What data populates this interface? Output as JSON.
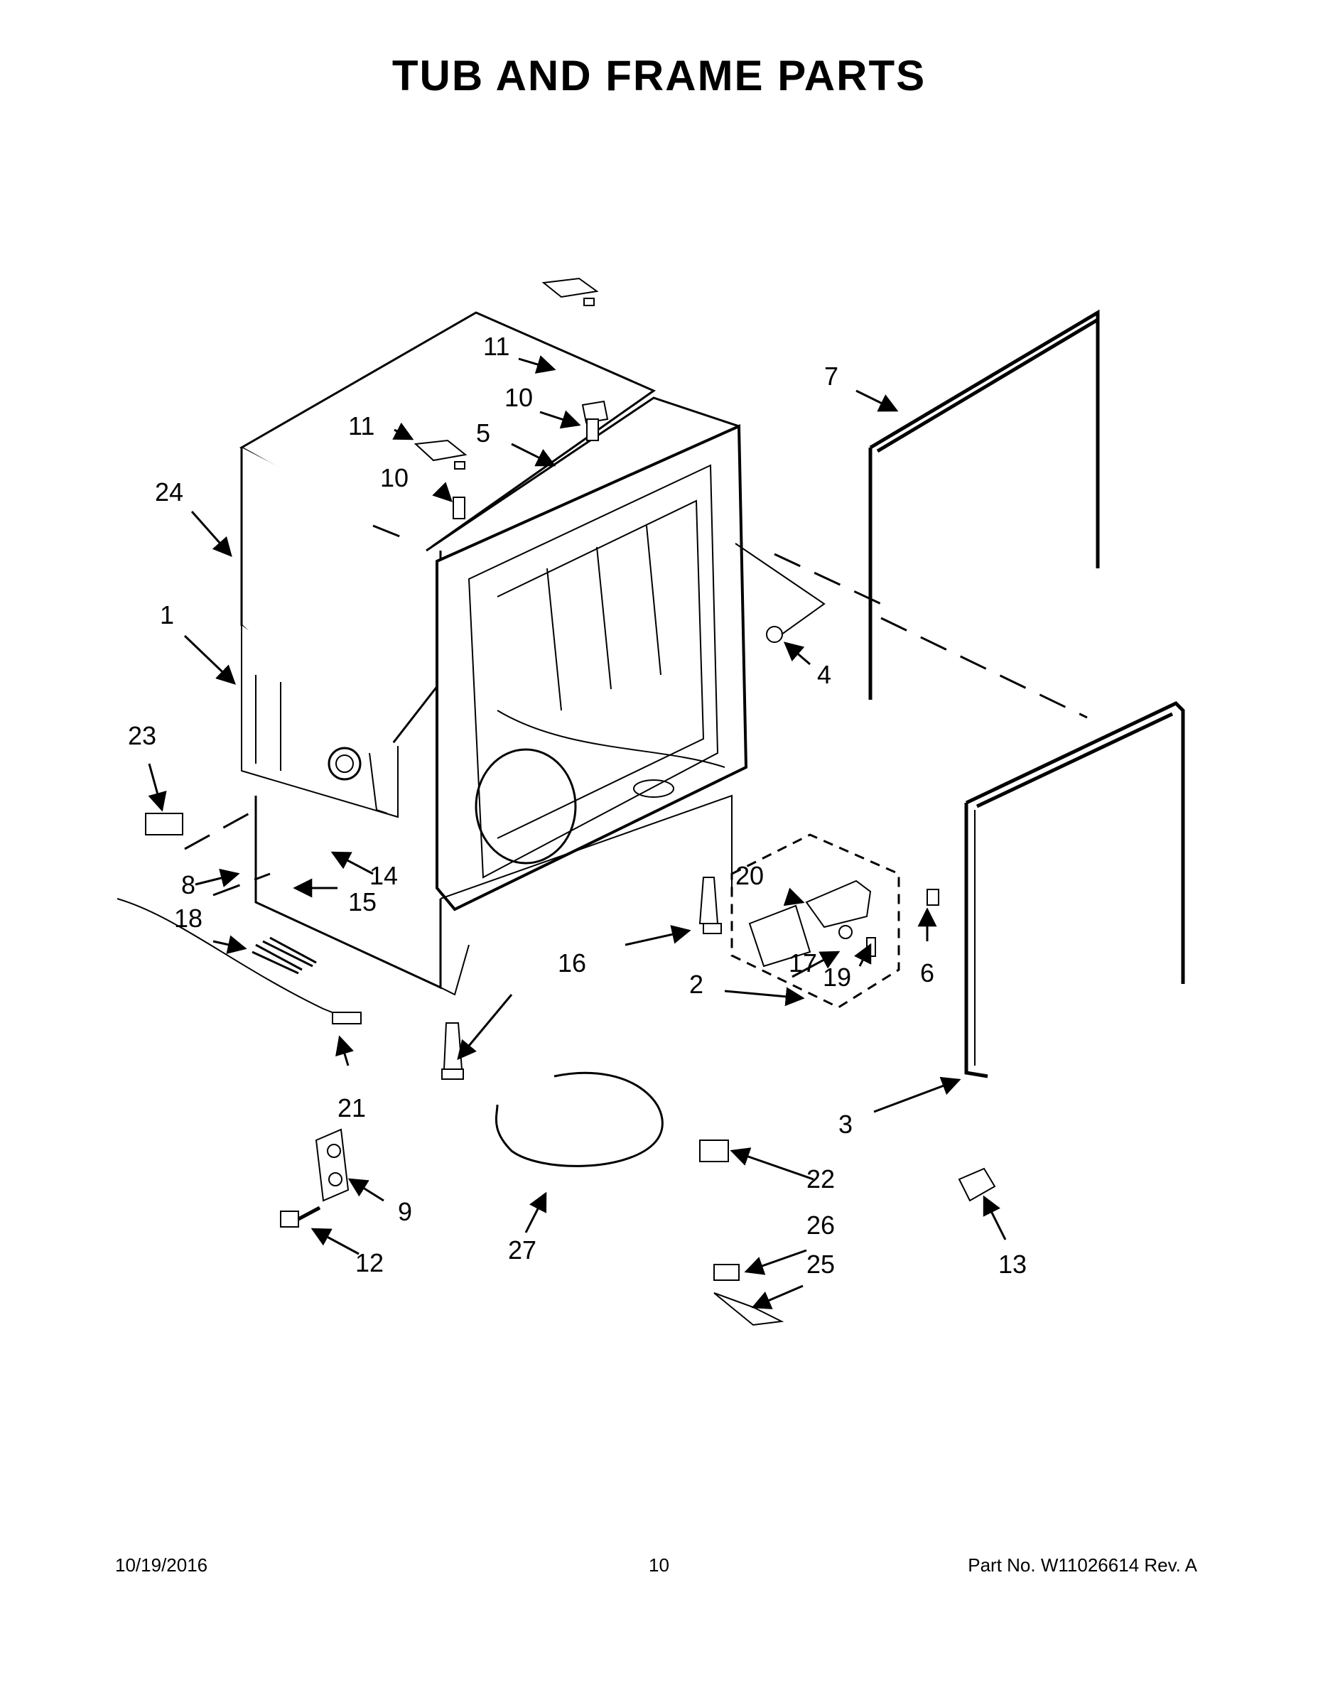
{
  "title": "TUB AND FRAME PARTS",
  "callouts": {
    "c1": "1",
    "c2": "2",
    "c3": "3",
    "c4": "4",
    "c5": "5",
    "c6": "6",
    "c7": "7",
    "c8": "8",
    "c9": "9",
    "c10a": "10",
    "c10b": "10",
    "c11a": "11",
    "c11b": "11",
    "c12": "12",
    "c13": "13",
    "c14": "14",
    "c15": "15",
    "c16": "16",
    "c17": "17",
    "c18": "18",
    "c19": "19",
    "c20": "20",
    "c21": "21",
    "c22": "22",
    "c23": "23",
    "c24": "24",
    "c25": "25",
    "c26": "26",
    "c27": "27"
  },
  "footer": {
    "date": "10/19/2016",
    "page": "10",
    "part_no": "Part No.  W11026614  Rev.  A"
  }
}
